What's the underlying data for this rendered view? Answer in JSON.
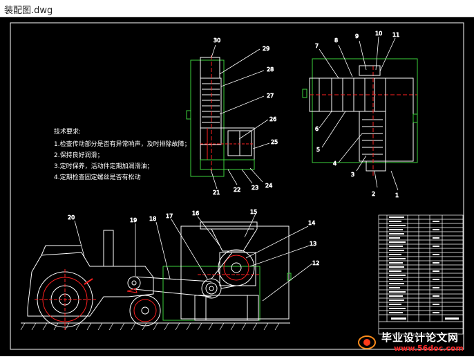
{
  "window": {
    "title": "装配图.dwg"
  },
  "tech_requirements": {
    "heading": "技术要求:",
    "items": [
      "1.检查传动部分是否有异常响声，及时排除故障；",
      "2.保持良好润滑；",
      "3.定时保养，活动件定期加润滑油；",
      "4.定期检查固定螺丝是否有松动"
    ]
  },
  "callouts": [
    "30",
    "29",
    "28",
    "27",
    "26",
    "25",
    "24",
    "23",
    "22",
    "21",
    "20",
    "19",
    "18",
    "17",
    "16",
    "15",
    "14",
    "13",
    "12",
    "11",
    "10",
    "9",
    "8",
    "7",
    "6",
    "5",
    "4",
    "3",
    "2",
    "1"
  ],
  "watermark": {
    "text": "毕业设计论文网",
    "url": "www.56doc.com"
  },
  "colors": {
    "drawing_bg": "#000000",
    "line_white": "#ffffff",
    "line_red": "#ff2020",
    "line_green": "#3cd23c"
  }
}
